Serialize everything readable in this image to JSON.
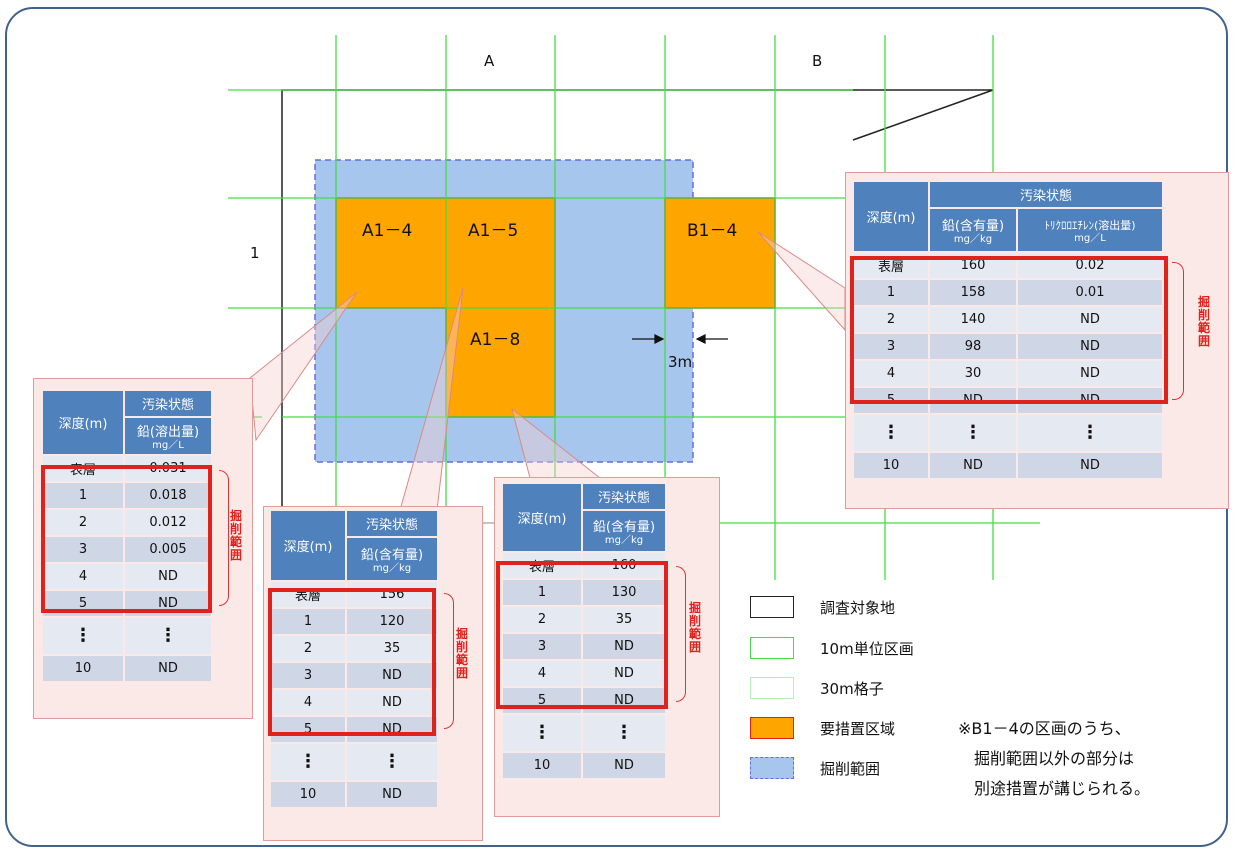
{
  "grid": {
    "col_a": "A",
    "col_b": "B",
    "row_1": "1",
    "dimension": "3m"
  },
  "zones": {
    "a1_4": "A1－4",
    "a1_5": "A1－5",
    "a1_8": "A1－8",
    "b1_4": "B1－4"
  },
  "colors": {
    "frame": "#41628a",
    "grid_10m": "#44dd44",
    "grid_30m": "#222222",
    "action_zone": "#ffa500",
    "action_zone_border": "#e0221d",
    "excavation": "#a7c6ee",
    "excavation_border": "#6a6ae0",
    "table_header": "#4f81bd",
    "highlight": "#e0221d"
  },
  "bracket_label": "掘削範囲",
  "tables": {
    "t_a1_4": {
      "h_depth": "深度(m)",
      "h_status": "汚染状態",
      "h_col1": "鉛(溶出量)",
      "h_col1_unit": "mg／L",
      "rows": [
        [
          "表層",
          "0.031"
        ],
        [
          "1",
          "0.018"
        ],
        [
          "2",
          "0.012"
        ],
        [
          "3",
          "0.005"
        ],
        [
          "4",
          "ND"
        ],
        [
          "5",
          "ND"
        ],
        [
          "⋮",
          "⋮"
        ],
        [
          "10",
          "ND"
        ]
      ]
    },
    "t_a1_5": {
      "h_depth": "深度(m)",
      "h_status": "汚染状態",
      "h_col1": "鉛(含有量)",
      "h_col1_unit": "mg／kg",
      "rows": [
        [
          "表層",
          "156"
        ],
        [
          "1",
          "120"
        ],
        [
          "2",
          "35"
        ],
        [
          "3",
          "ND"
        ],
        [
          "4",
          "ND"
        ],
        [
          "5",
          "ND"
        ],
        [
          "⋮",
          "⋮"
        ],
        [
          "10",
          "ND"
        ]
      ]
    },
    "t_a1_8": {
      "h_depth": "深度(m)",
      "h_status": "汚染状態",
      "h_col1": "鉛(含有量)",
      "h_col1_unit": "mg／kg",
      "rows": [
        [
          "表層",
          "160"
        ],
        [
          "1",
          "130"
        ],
        [
          "2",
          "35"
        ],
        [
          "3",
          "ND"
        ],
        [
          "4",
          "ND"
        ],
        [
          "5",
          "ND"
        ],
        [
          "⋮",
          "⋮"
        ],
        [
          "10",
          "ND"
        ]
      ]
    },
    "t_b1_4": {
      "h_depth": "深度(m)",
      "h_status": "汚染状態",
      "h_col1": "鉛(含有量)",
      "h_col1_unit": "mg／kg",
      "h_col2": "ﾄﾘｸﾛﾛｴﾁﾚﾝ(溶出量)",
      "h_col2_unit": "mg／L",
      "rows": [
        [
          "表層",
          "160",
          "0.02"
        ],
        [
          "1",
          "158",
          "0.01"
        ],
        [
          "2",
          "140",
          "ND"
        ],
        [
          "3",
          "98",
          "ND"
        ],
        [
          "4",
          "30",
          "ND"
        ],
        [
          "5",
          "ND",
          "ND"
        ],
        [
          "⋮",
          "⋮",
          "⋮"
        ],
        [
          "10",
          "ND",
          "ND"
        ]
      ]
    }
  },
  "legend": {
    "site": "調査対象地",
    "unit_10m": "10m単位区画",
    "grid_30m": "30m格子",
    "action_zone": "要措置区域",
    "excavation": "掘削範囲"
  },
  "note": {
    "line1": "※B1－4の区画のうち、",
    "line2": "掘削範囲以外の部分は",
    "line3": "別途措置が講じられる。"
  }
}
